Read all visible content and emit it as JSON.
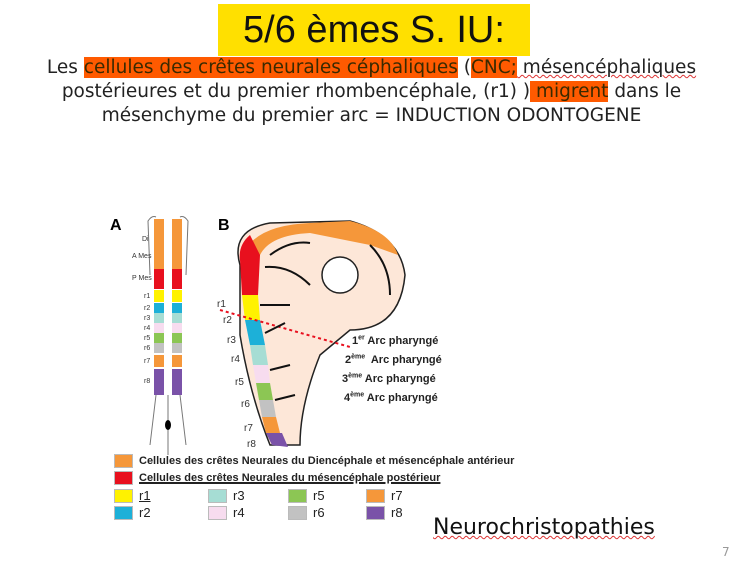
{
  "title": "5/6 èmes S. IU:",
  "body": {
    "l1_pre": "Les ",
    "l1_hl": "cellules des crêtes neurales céphaliques",
    "l1_mid": " (",
    "l1_hl2": "CNC;",
    "l1_post": " mésencéphaliques",
    "l2_pre": "postérieures et du premier rhombencéphale, (r1) )",
    "l2_hl": " migrent",
    "l2_post": " dans le",
    "l3": "mésenchyme du premier arc = INDUCTION ODONTOGENE"
  },
  "figure": {
    "panel_a": "A",
    "panel_b": "B",
    "a_labels": [
      "Di",
      "A Mes",
      "P Mes",
      "r1",
      "r2",
      "r3",
      "r4",
      "r5",
      "r6",
      "r7",
      "r8"
    ],
    "b_labels": [
      "r1",
      "r2",
      "r3",
      "r4",
      "r5",
      "r6",
      "r7",
      "r8"
    ],
    "arcs": [
      {
        "num": "1",
        "sup": "er",
        "text": " Arc pharyngé"
      },
      {
        "num": "2",
        "sup": "ème",
        "text": "  Arc pharyngé"
      },
      {
        "num": "3",
        "sup": "ème",
        "text": " Arc pharyngé"
      },
      {
        "num": "4",
        "sup": "ème",
        "text": " Arc pharyngé"
      }
    ]
  },
  "legend": {
    "items": [
      {
        "label": "Cellules des crêtes Neurales du Diencéphale et mésencéphale antérieur",
        "color": "#f5973a"
      },
      {
        "label": "Cellules des crêtes Neurales  du mésencéphale postérieur",
        "color": "#e8101e"
      }
    ],
    "r": [
      {
        "label": "r1",
        "color": "#fff200"
      },
      {
        "label": "r3",
        "color": "#a6ddd4"
      },
      {
        "label": "r5",
        "color": "#8cc654"
      },
      {
        "label": "r7",
        "color": "#f5973a"
      },
      {
        "label": "r2",
        "color": "#1db0d8"
      },
      {
        "label": "r4",
        "color": "#f7dcef"
      },
      {
        "label": "r6",
        "color": "#c2c2c2"
      },
      {
        "label": "r8",
        "color": "#7a52a8"
      }
    ]
  },
  "footer": {
    "neuro": "Neurochristopathies",
    "page": "7"
  }
}
